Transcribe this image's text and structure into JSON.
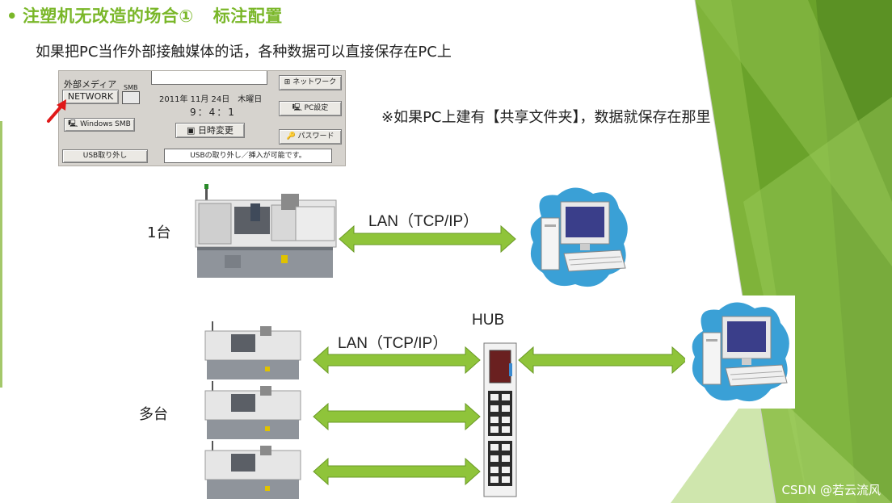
{
  "slide": {
    "title": "注塑机无改造的场合①",
    "title_suffix": "标注配置",
    "subtitle": "如果把PC当作外部接触媒体的话，各种数据可以直接保存在PC上",
    "note": "※如果PC上建有【共享文件夹】，数据就保存在那里",
    "accent_color": "#7ab729"
  },
  "panel": {
    "external_media_label": "外部メディア",
    "smb_label": "SMB",
    "network_button": "NETWORK",
    "windows_smb_button": "Windows SMB",
    "usb_remove_button": "USB取り外し",
    "usb_status": "USBの取り外し／挿入が可能です。",
    "date": "2011年 11月 24日　木曜日",
    "time": "9：4：1",
    "datetime_change_button": "日時変更",
    "network_side_button": "ネットワーク",
    "pc_settings_button": "PC設定",
    "password_button": "パスワード"
  },
  "diagram": {
    "single_label": "1台",
    "multi_label": "多台",
    "lan_label_1": "LAN（TCP/IP）",
    "lan_label_2": "LAN（TCP/IP）",
    "hub_label": "HUB"
  },
  "watermark": "CSDN @若云流风"
}
